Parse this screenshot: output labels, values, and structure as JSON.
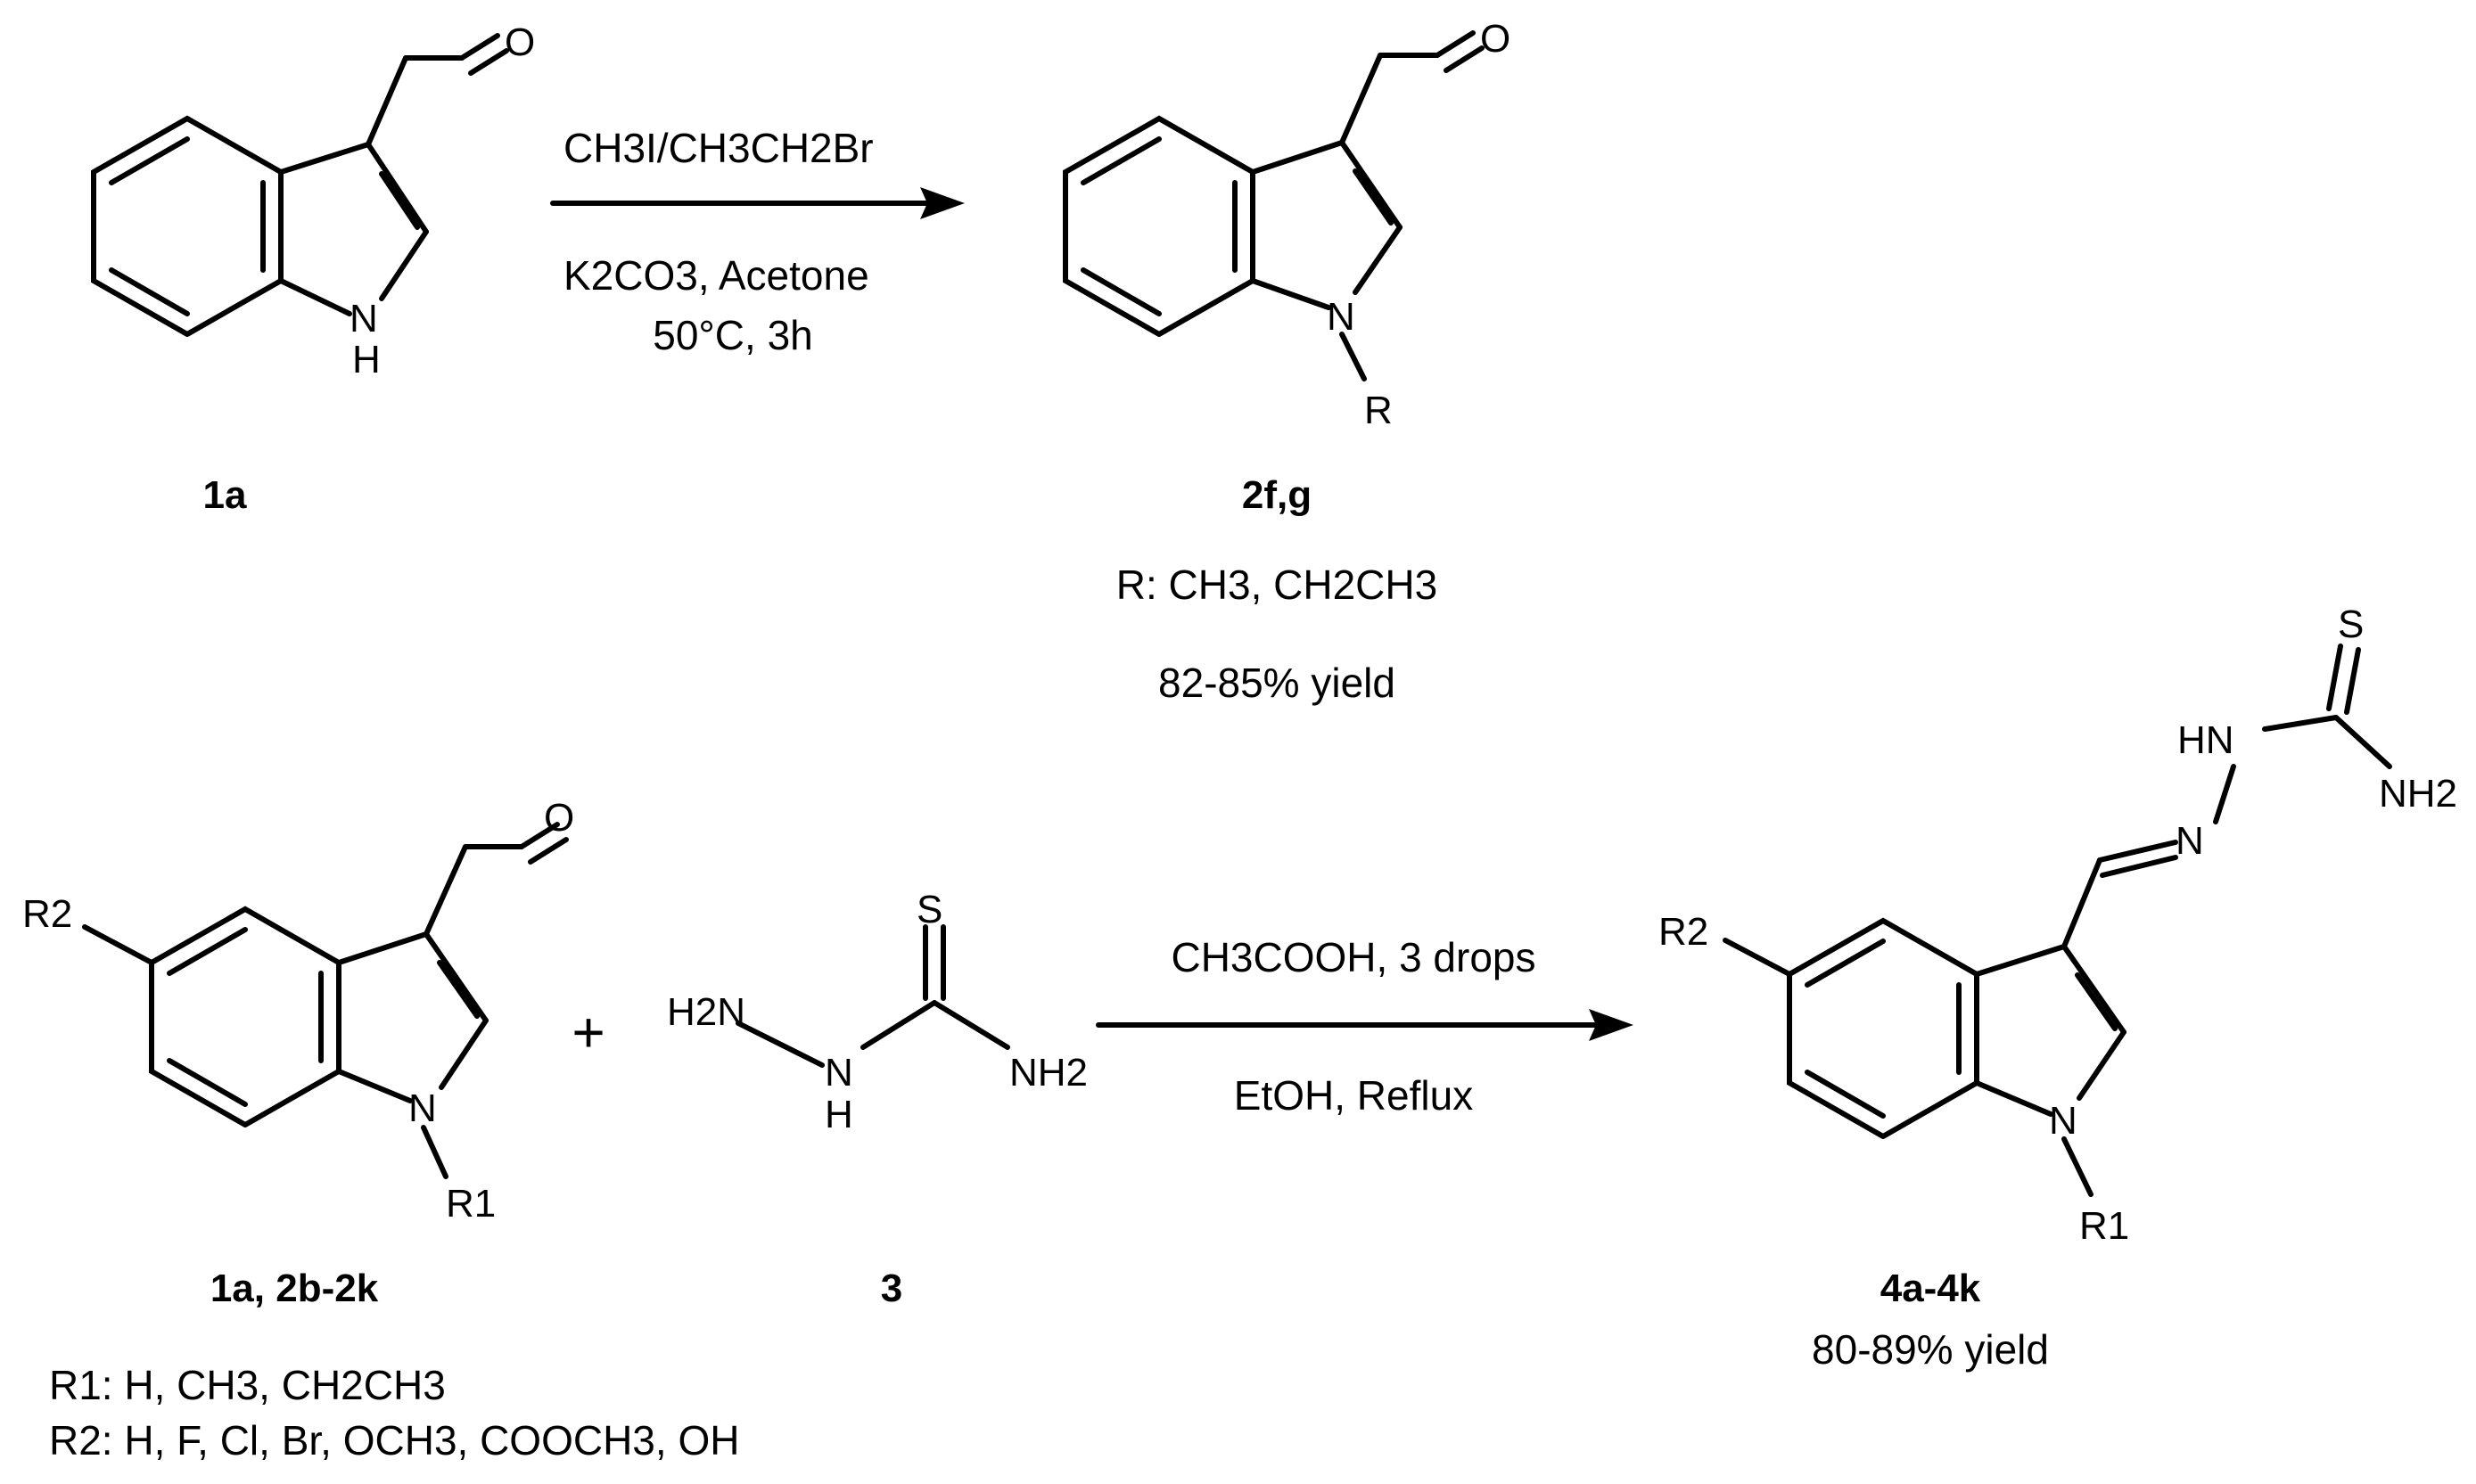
{
  "reaction1": {
    "reagent_top": "CH3I/CH3CH2Br",
    "reagent_bottom_1": "K2CO3, Acetone",
    "reagent_bottom_2": "50°C, 3h",
    "start_label": "1a",
    "product_label": "2f,g",
    "substituent": "R: CH3, CH2CH3",
    "yield": "82-85% yield"
  },
  "reaction2": {
    "reagent_top": "CH3COOH, 3 drops",
    "reagent_bottom": "EtOH, Reflux",
    "plus": "+",
    "start_label": "1a, 2b-2k",
    "reagent_label": "3",
    "product_label": "4a-4k",
    "yield": "80-89% yield",
    "r1_list": "R1: H, CH3, CH2CH3",
    "r2_list": "R2: H, F, Cl, Br, OCH3, COOCH3, OH"
  },
  "atoms": {
    "oxygen": "O",
    "nh": "N",
    "h": "H",
    "n": "N",
    "r": "R",
    "r1": "R1",
    "r2": "R2",
    "s": "S",
    "h2n": "H2N",
    "nh2": "NH2",
    "hn": "HN"
  },
  "colors": {
    "ink": "#000000",
    "background": "#ffffff"
  }
}
